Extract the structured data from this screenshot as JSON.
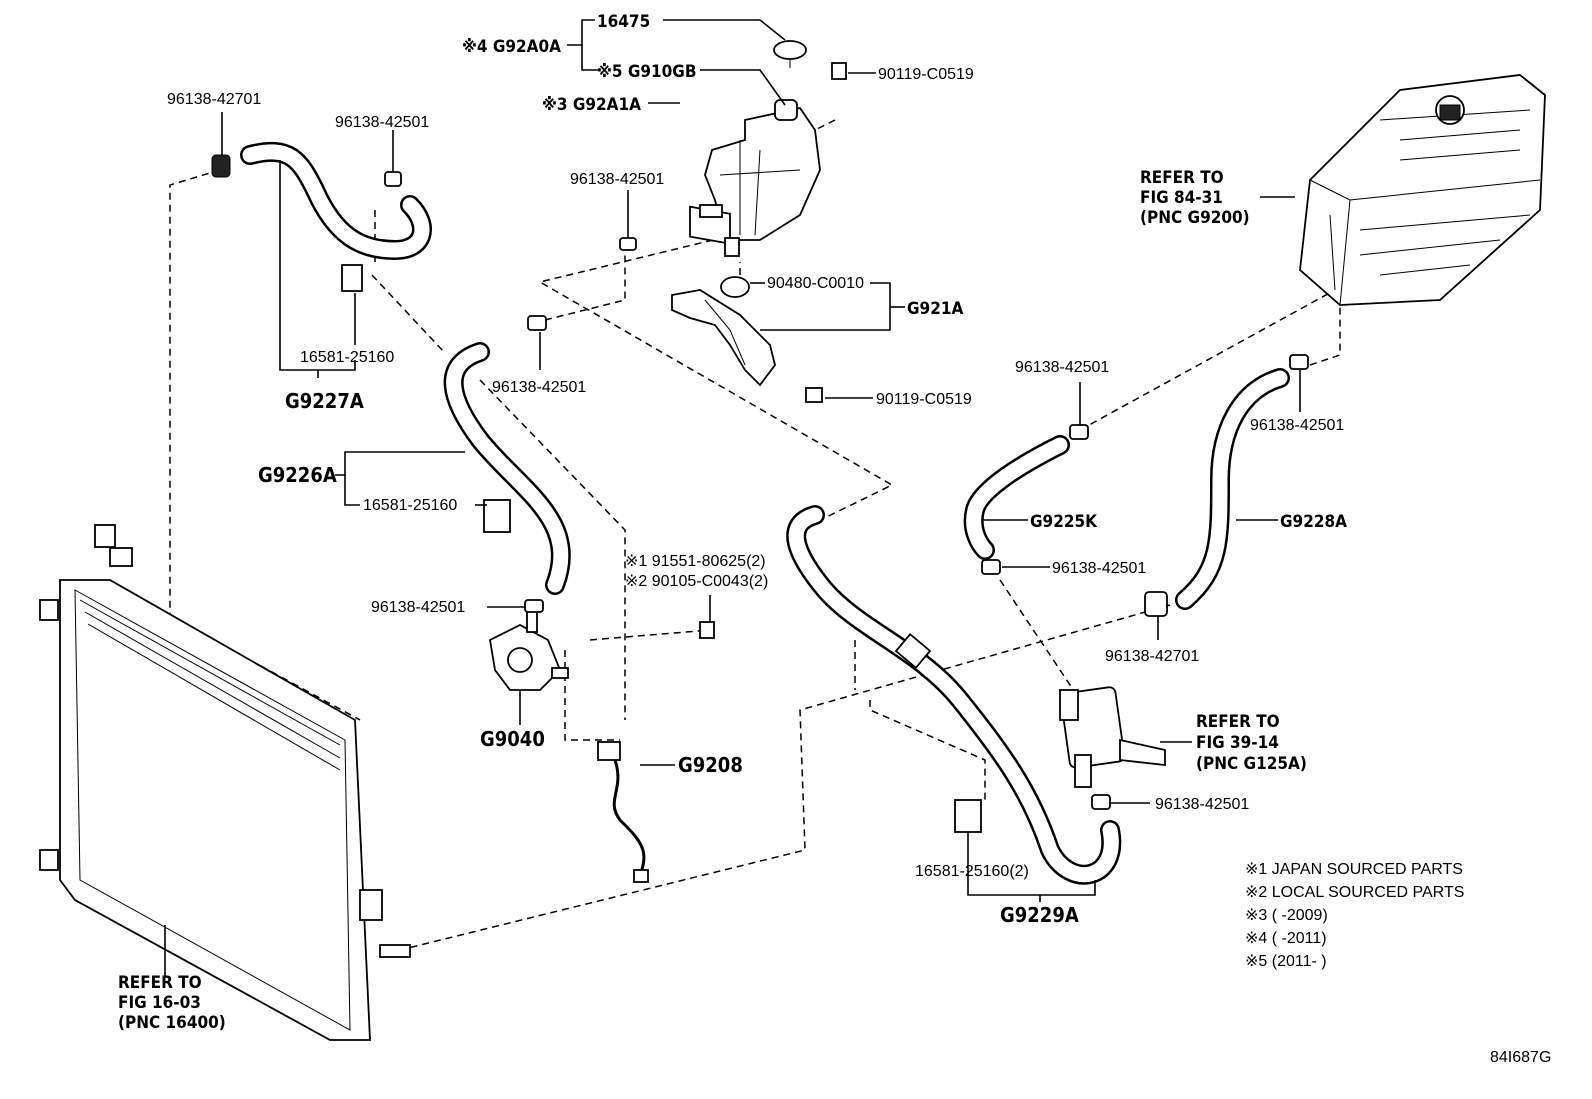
{
  "labels": {
    "p16475": "16475",
    "note4_g92a0a": "※4 G92A0A",
    "note5_g910gb": "※5 G910GB",
    "note3_g92a1a": "※3 G92A1A",
    "p90119_top": "90119-C0519",
    "p96138_42701_top": "96138-42701",
    "p96138_42501_a": "96138-42501",
    "p96138_42501_b": "96138-42501",
    "p90480": "90480-C0010",
    "g921a": "G921A",
    "p16581_a": "16581-25160",
    "g9227a": "G9227A",
    "p96138_42501_c": "96138-42501",
    "p90119_mid": "90119-C0519",
    "p96138_42501_d": "96138-42501",
    "p96138_42501_e": "96138-42501",
    "g9226a": "G9226A",
    "p16581_b": "16581-25160",
    "g9225k": "G9225K",
    "g9228a": "G9228A",
    "p96138_42501_f": "96138-42501",
    "note1_91551": "※1 91551-80625(2)",
    "note2_90105": "※2 90105-C0043(2)",
    "p96138_42501_g": "96138-42501",
    "p96138_42701_right": "96138-42701",
    "g9040": "G9040",
    "g9208": "G9208",
    "p96138_42501_h": "96138-42501",
    "p16581_c": "16581-25160(2)",
    "g9229a": "G9229A",
    "ref_inverter_1": "REFER TO",
    "ref_inverter_2": "FIG 84-31",
    "ref_inverter_3": "(PNC G9200)",
    "ref_pump_1": "REFER TO",
    "ref_pump_2": "FIG 39-14",
    "ref_pump_3": "(PNC G125A)",
    "ref_rad_1": "REFER TO",
    "ref_rad_2": "FIG 16-03",
    "ref_rad_3": "(PNC 16400)"
  },
  "legend": [
    "※1 JAPAN SOURCED PARTS",
    "※2 LOCAL SOURCED PARTS",
    "※3 (      -2009)",
    "※4 (      -2011)",
    "※5 (2011-      )"
  ],
  "figure_code": "84I687G"
}
